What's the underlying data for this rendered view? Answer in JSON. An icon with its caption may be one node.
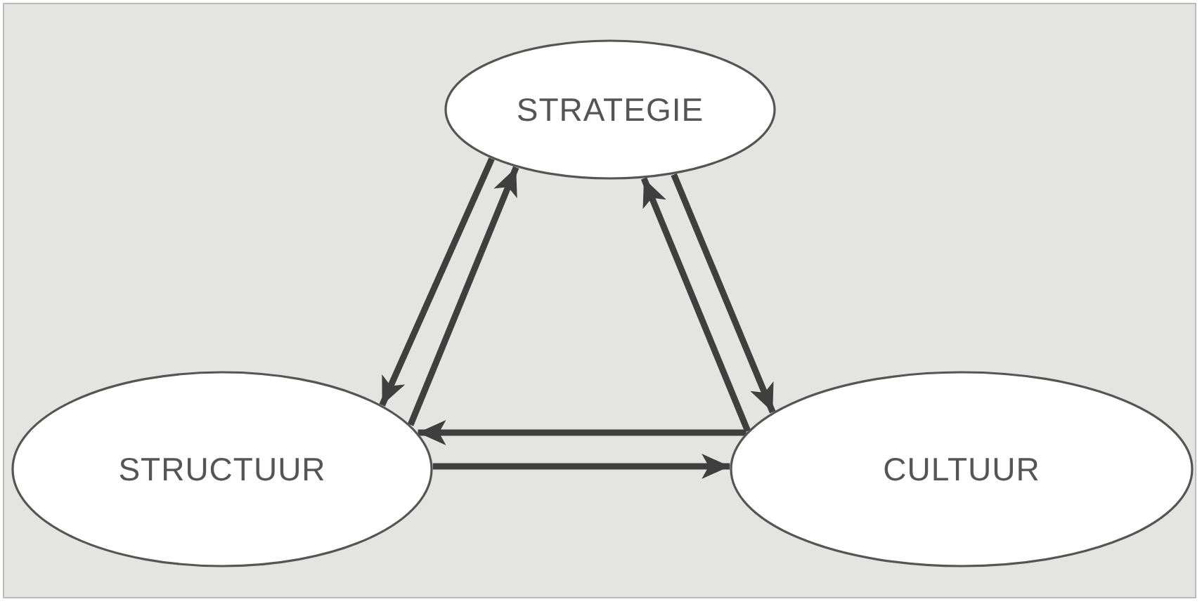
{
  "diagram": {
    "nodes": [
      {
        "text": [
          "STRATEGIE"
        ]
      },
      {
        "text": [
          "STRUCTUUR"
        ]
      },
      {
        "text": [
          "CULTUUR"
        ]
      }
    ],
    "edges": [
      {
        "from": 0,
        "to": 1,
        "arrow": "to"
      },
      {
        "from": 1,
        "to": 0,
        "arrow": "to"
      },
      {
        "from": 0,
        "to": 2,
        "arrow": "to"
      },
      {
        "from": 2,
        "to": 0,
        "arrow": "to"
      },
      {
        "from": 2,
        "to": 1,
        "arrow": "to"
      },
      {
        "from": 1,
        "to": 2,
        "arrow": "to"
      }
    ]
  }
}
